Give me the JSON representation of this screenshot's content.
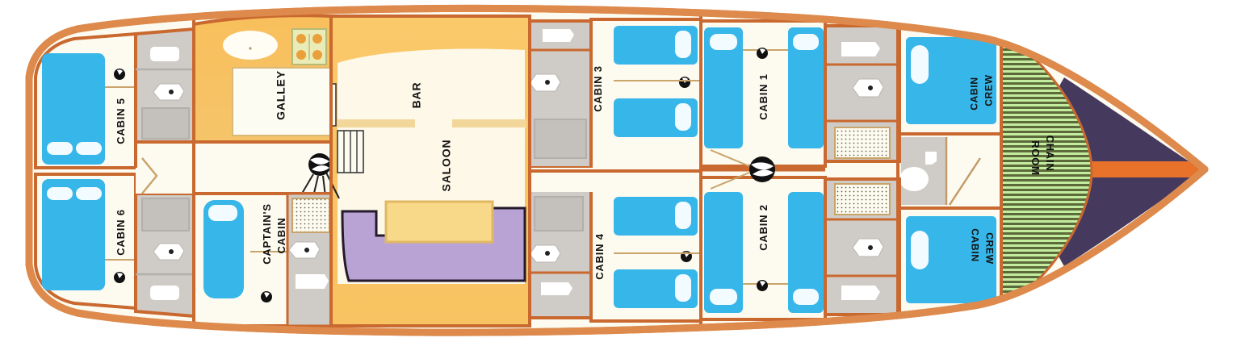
{
  "diagram": {
    "type": "yacht-deck-plan",
    "title": "Gulet lower deck accommodation plan",
    "orientation": "stern-left-bow-right"
  },
  "colors": {
    "hull_outline": "#d9763c",
    "hull_outline_light": "#e0a070",
    "bulkhead": "#c9682f",
    "floor_cream": "#fbf6e4",
    "floor_white": "#fdfcf4",
    "bed_blue": "#37b6e9",
    "bed_blue_dark": "#2aa7dd",
    "pillow_white": "#f2fbff",
    "bath_grey": "#c9c6c2",
    "bath_grey_light": "#d5d2ce",
    "galley_orange": "#f7bf60",
    "bar_orange": "#f9c96a",
    "saloon_cream": "#fdf8e8",
    "settee_purple": "#b9a3d4",
    "table_yellow": "#f8d98a",
    "chain_green": "#bfe9a0",
    "chain_stripe": "#4f5a35",
    "bow_navy": "#453a5e",
    "bowsprit_orange": "#e8722a",
    "stove_panel": "#e9ecb6",
    "burner_orange": "#eaa03a",
    "sink_white": "#ffffff",
    "label_text": "#111111"
  },
  "rooms": [
    {
      "id": "cabin-5",
      "label": "CABIN 5",
      "orientation": "vertical",
      "berth": "double"
    },
    {
      "id": "cabin-6",
      "label": "CABIN 6",
      "orientation": "vertical",
      "berth": "double"
    },
    {
      "id": "galley",
      "label": "GALLEY",
      "orientation": "vertical",
      "berth": "none"
    },
    {
      "id": "captains-cabin",
      "label": "CAPTAIN'S CABIN",
      "orientation": "vertical",
      "berth": "single"
    },
    {
      "id": "bar",
      "label": "BAR",
      "orientation": "vertical",
      "berth": "none"
    },
    {
      "id": "saloon",
      "label": "SALOON",
      "orientation": "vertical",
      "berth": "none"
    },
    {
      "id": "cabin-3",
      "label": "CABIN 3",
      "orientation": "vertical",
      "berth": "twin"
    },
    {
      "id": "cabin-4",
      "label": "CABIN 4",
      "orientation": "vertical",
      "berth": "twin"
    },
    {
      "id": "cabin-1",
      "label": "CABIN 1",
      "orientation": "vertical",
      "berth": "twin"
    },
    {
      "id": "cabin-2",
      "label": "CABIN 2",
      "orientation": "vertical",
      "berth": "twin"
    },
    {
      "id": "crew-cabin-fwd-port",
      "label": "CREW CABIN",
      "orientation": "vertical",
      "berth": "single"
    },
    {
      "id": "crew-cabin-fwd-starboard",
      "label": "CREW CABIN",
      "orientation": "vertical",
      "berth": "single"
    },
    {
      "id": "chain-room",
      "label": "CHAIN ROOM",
      "orientation": "vertical",
      "berth": "none"
    }
  ],
  "labels": {
    "cabin_5": "CABIN 5",
    "cabin_6": "CABIN 6",
    "galley": "GALLEY",
    "captains_cabin_line1": "CAPTAIN'S",
    "captains_cabin_line2": "CABIN",
    "bar": "BAR",
    "saloon": "SALOON",
    "cabin_3": "CABIN 3",
    "cabin_4": "CABIN 4",
    "cabin_1": "CABIN 1",
    "cabin_2": "CABIN 2",
    "crew_cabin_upper_line1": "CREW",
    "crew_cabin_upper_line2": "CABIN",
    "crew_cabin_lower_line1": "CREW",
    "crew_cabin_lower_line2": "CABIN",
    "chain_room_line1": "CHAIN",
    "chain_room_line2": "ROOM"
  },
  "fixtures": {
    "beds": 15,
    "toilets": 7,
    "sinks": 9,
    "showers": 4,
    "stove_burners": 4,
    "mast_positions": 2,
    "staircases": 2,
    "saloon_table": 1,
    "settee": "u-shaped"
  },
  "icon_names": [
    "mast-icon",
    "stairs-icon",
    "stove-icon",
    "sink-icon",
    "toilet-icon",
    "shower-icon",
    "bed-icon",
    "porthole-icon"
  ]
}
